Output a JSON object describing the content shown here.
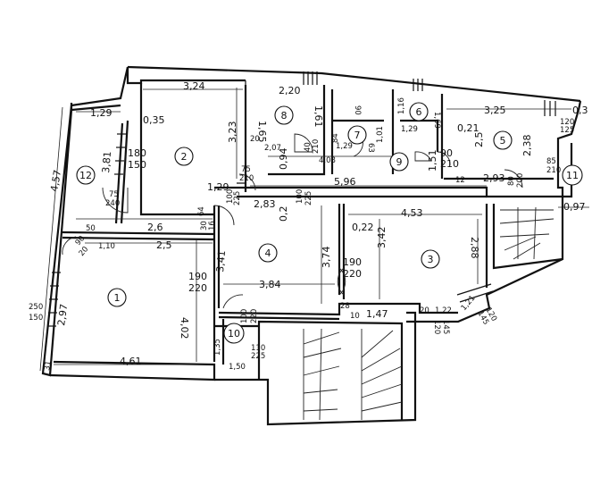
{
  "rooms": [
    {
      "no": "1"
    },
    {
      "no": "2"
    },
    {
      "no": "3"
    },
    {
      "no": "4"
    },
    {
      "no": "5"
    },
    {
      "no": "6"
    },
    {
      "no": "7"
    },
    {
      "no": "8"
    },
    {
      "no": "9"
    },
    {
      "no": "10"
    },
    {
      "no": "11"
    },
    {
      "no": "12"
    }
  ],
  "dimensions": {
    "d324": "3,24",
    "d129a": "1,29",
    "d035": "0,35",
    "d457": "4,57",
    "d381": "3,81",
    "d180": "180",
    "d150a": "150",
    "d75": "75",
    "d240": "240",
    "d26": "2,6",
    "d50": "50",
    "d110a": "1,10",
    "d25": "2,5",
    "d90": "90",
    "d20a": "20",
    "d341": "3,41",
    "d190a": "190",
    "d220a": "220",
    "d402": "4,02",
    "d250": "250",
    "d150b": "150",
    "d297": "2,97",
    "d461": "4,61",
    "d31": "31",
    "d220b": "2,20",
    "d165": "1,65",
    "d207": "2,07",
    "d161": "1,61",
    "d20b": "20",
    "d40": "40",
    "d210a": "210",
    "d323": "3,23",
    "d094": "0,94",
    "d75b": "75",
    "d210b": "210",
    "d129b": "1,29",
    "d100": "100",
    "d225a": "225",
    "d64": "64",
    "d30": "30",
    "d16": "16",
    "d283": "2,83",
    "d02": "0,2",
    "d225b": "225",
    "d596": "5,96",
    "d384": "3,84",
    "d374": "3,74",
    "d190b": "190",
    "d220c": "220",
    "d100b": "100",
    "d220d": "220",
    "d135": "1,35",
    "d110b": "110",
    "d225c": "225",
    "d150c": "1,50",
    "d408": "4,08",
    "d90b": "90",
    "d129c": "1,29",
    "d84": "84",
    "d63": "63",
    "d101": "1,01",
    "d116": "1,16",
    "d169": "1,69",
    "d021": "0,21",
    "d151": "1,51",
    "d90c": "90",
    "d210c": "210",
    "d325": "3,25",
    "d03": "0,3",
    "d120a": "120",
    "d125": "125",
    "d238": "2,38",
    "d85": "85",
    "d210d": "210",
    "d293": "2,93",
    "d12": "12",
    "d80": "80",
    "d200": "200",
    "d097": "0,97",
    "d022": "0,22",
    "d453": "4,53",
    "d342": "3,42",
    "d288": "2,88",
    "d28": "28",
    "d147": "1,47",
    "d122": "1,22",
    "d120b": "120",
    "d145a": "145",
    "d145b": "145",
    "d121": "1,21",
    "d20c": "20",
    "d10": "10"
  }
}
